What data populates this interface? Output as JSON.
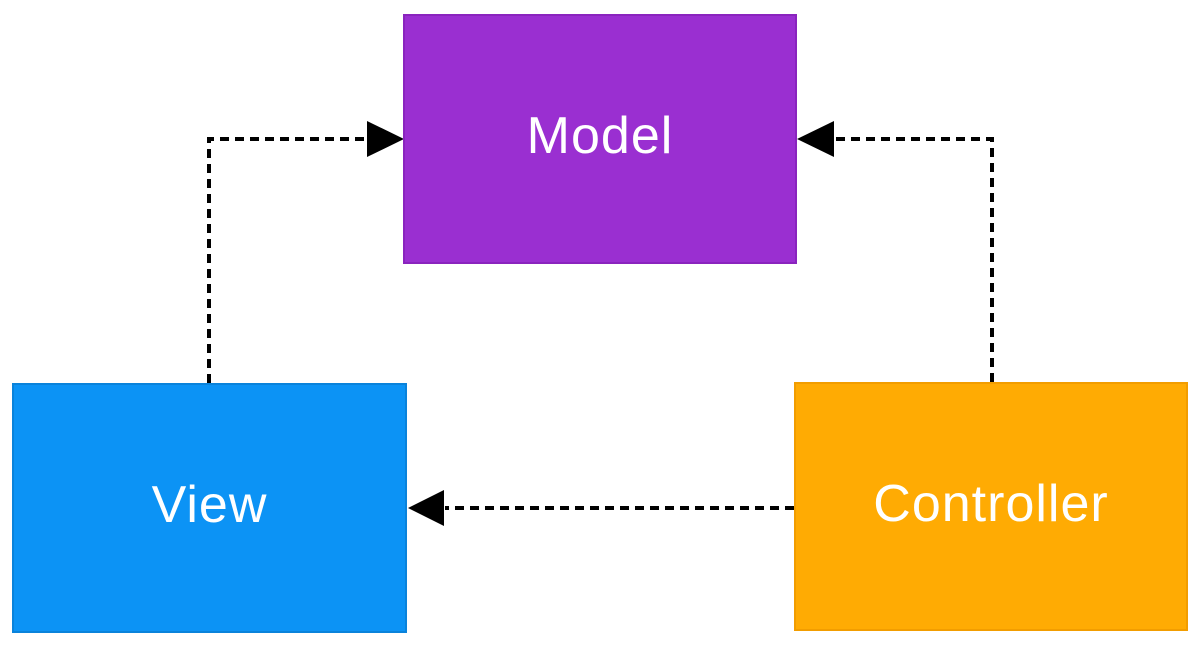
{
  "diagram": {
    "type": "flowchart",
    "description": "MVC architecture diagram",
    "background_color": "#ffffff",
    "edge_color": "#000000",
    "edge_style": "dashed",
    "nodes": [
      {
        "id": "model",
        "label": "Model",
        "fill": "#9A2FD1",
        "border": "#8A24BE",
        "text_color": "#ffffff"
      },
      {
        "id": "view",
        "label": "View",
        "fill": "#0C93F5",
        "border": "#0A83DB",
        "text_color": "#ffffff"
      },
      {
        "id": "controller",
        "label": "Controller",
        "fill": "#FFAB03",
        "border": "#F29D00",
        "text_color": "#ffffff"
      }
    ],
    "edges": [
      {
        "from": "view",
        "to": "model",
        "style": "dashed",
        "arrow": "into-model-left"
      },
      {
        "from": "controller",
        "to": "model",
        "style": "dashed",
        "arrow": "into-model-right"
      },
      {
        "from": "controller",
        "to": "view",
        "style": "dashed",
        "arrow": "into-view-right"
      }
    ]
  }
}
